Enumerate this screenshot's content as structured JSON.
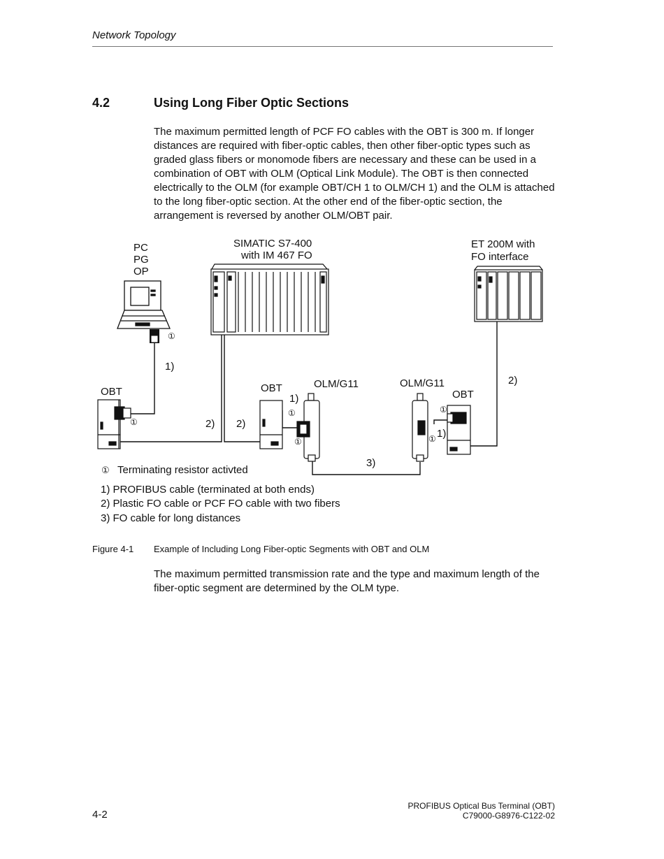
{
  "header": {
    "running_title": "Network Topology"
  },
  "section": {
    "number": "4.2",
    "title": "Using Long Fiber Optic Sections",
    "intro": "The maximum permitted length of PCF FO cables with the OBT is 300 m. If longer distances are required with fiber-optic cables, then other fiber-optic types such as graded glass fibers or monomode fibers are necessary and these can be used in a combination of OBT with OLM (Optical Link Module). The OBT is then connected electrically to the OLM (for example OBT/CH 1 to OLM/CH 1) and the OLM is attached to the long fiber-optic section. At the other end of the fiber-optic section, the arrangement is reversed by another OLM/OBT pair."
  },
  "diagram": {
    "pc_lines": [
      "PC",
      "PG",
      "OP"
    ],
    "simatic_lines": [
      "SIMATIC S7-400",
      "with IM 467 FO"
    ],
    "et200_lines": [
      "ET 200M with",
      "FO interface"
    ],
    "obt_label": "OBT",
    "olm_label": "OLM/G11",
    "marker_1": "1)",
    "marker_2": "2)",
    "marker_3": "3)",
    "resistor_symbol": "①",
    "legend": {
      "resistor_note": "Terminating resistor activted",
      "items": [
        "1) PROFIBUS cable (terminated at both ends)",
        "2) Plastic FO cable or PCF FO cable with two fibers",
        "3) FO cable for long distances"
      ]
    }
  },
  "figure": {
    "number": "Figure 4-1",
    "caption": "Example of Including Long Fiber-optic Segments with OBT and OLM"
  },
  "closing_paragraph": "The maximum permitted transmission rate and the type and maximum length of the fiber-optic segment are determined by the OLM type.",
  "footer": {
    "page": "4-2",
    "doc_title": "PROFIBUS Optical Bus Terminal (OBT)",
    "doc_number": "C79000-G8976-C122-02"
  }
}
